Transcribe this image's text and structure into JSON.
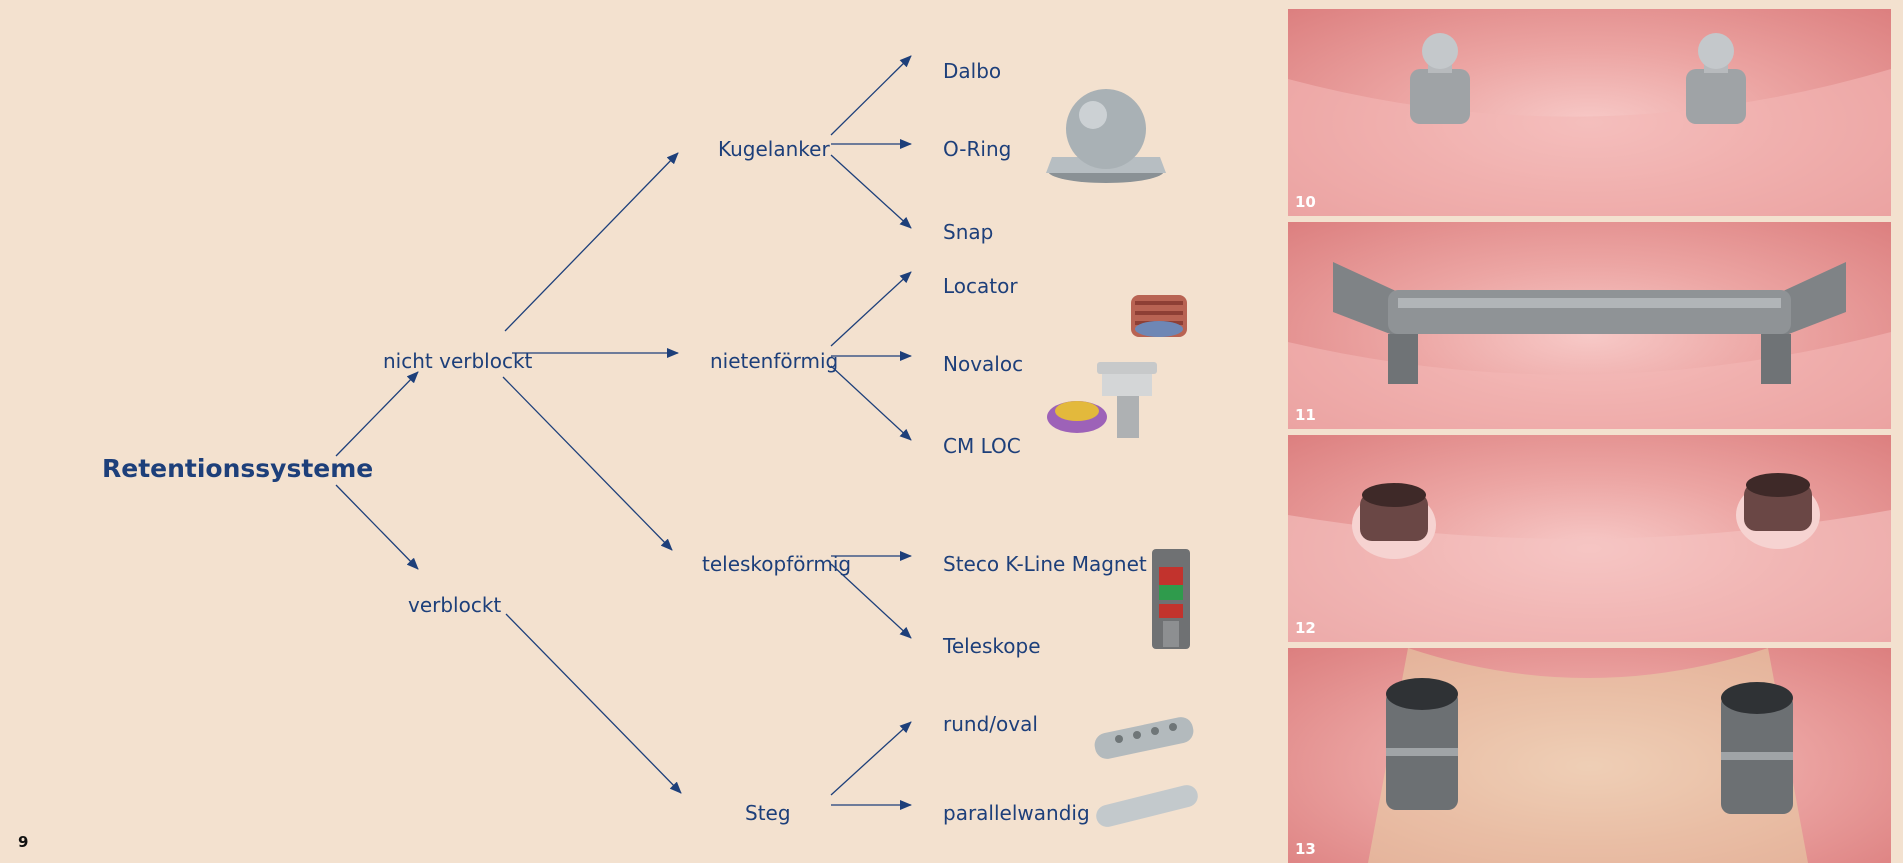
{
  "colors": {
    "background": "#f3e1cf",
    "text_and_arrows": "#1d3f7a",
    "figure_number_light": "#ffffff",
    "figure_number_dark": "#111111"
  },
  "diagram": {
    "figure_number": "9",
    "root": {
      "label": "Retentionssysteme"
    },
    "level1": [
      {
        "key": "nicht_verblockt",
        "label": "nicht verblockt"
      },
      {
        "key": "verblockt",
        "label": "verblockt"
      }
    ],
    "level2": [
      {
        "key": "kugelanker",
        "label": "Kugelanker",
        "parent": "nicht_verblockt"
      },
      {
        "key": "nietenfoermig",
        "label": "nietenförmig",
        "parent": "nicht_verblockt"
      },
      {
        "key": "teleskopfoermig",
        "label": "teleskopförmig",
        "parent": "nicht_verblockt"
      },
      {
        "key": "steg",
        "label": "Steg",
        "parent": "verblockt"
      }
    ],
    "level3": [
      {
        "key": "dalbo",
        "label": "Dalbo",
        "parent": "kugelanker"
      },
      {
        "key": "o_ring",
        "label": "O-Ring",
        "parent": "kugelanker"
      },
      {
        "key": "snap",
        "label": "Snap",
        "parent": "kugelanker"
      },
      {
        "key": "locator",
        "label": "Locator",
        "parent": "nietenfoermig"
      },
      {
        "key": "novaloc",
        "label": "Novaloc",
        "parent": "nietenfoermig"
      },
      {
        "key": "cm_loc",
        "label": "CM LOC",
        "parent": "nietenfoermig"
      },
      {
        "key": "steco",
        "label": "Steco K-Line Magnet",
        "parent": "teleskopfoermig"
      },
      {
        "key": "teleskope",
        "label": "Teleskope",
        "parent": "teleskopfoermig"
      },
      {
        "key": "rund_oval",
        "label": "rund/oval",
        "parent": "steg"
      },
      {
        "key": "parallelwandig",
        "label": "parallelwandig",
        "parent": "steg"
      }
    ],
    "product_icons": [
      {
        "name": "ball-attachment-icon",
        "group": "kugelanker"
      },
      {
        "name": "locator-cap-icon",
        "group": "nietenfoermig"
      },
      {
        "name": "locator-abutment-icon",
        "group": "nietenfoermig"
      },
      {
        "name": "magnet-attachment-icon",
        "group": "teleskopfoermig"
      },
      {
        "name": "round-bar-icon",
        "group": "steg"
      },
      {
        "name": "parallel-bar-icon",
        "group": "steg"
      }
    ]
  },
  "photos": [
    {
      "number": "10",
      "subject": "ball-anchors"
    },
    {
      "number": "11",
      "subject": "bar"
    },
    {
      "number": "12",
      "subject": "locator-abutments"
    },
    {
      "number": "13",
      "subject": "telescopic-copings"
    }
  ]
}
